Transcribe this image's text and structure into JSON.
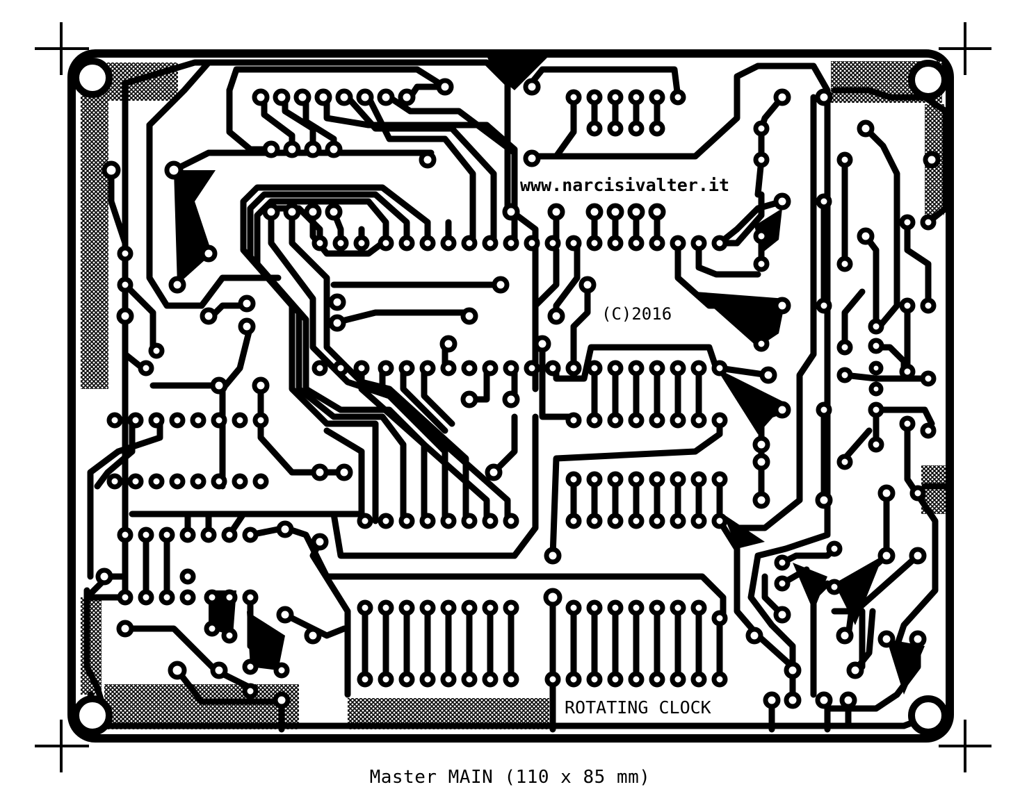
{
  "board": {
    "url_text": "www.narcisivalter.it",
    "copyright_text": "(C)2016",
    "name_text": "ROTATING CLOCK"
  },
  "caption": "Master MAIN (110 x 85 mm)",
  "colors": {
    "copper": "#000000",
    "background": "#ffffff"
  }
}
